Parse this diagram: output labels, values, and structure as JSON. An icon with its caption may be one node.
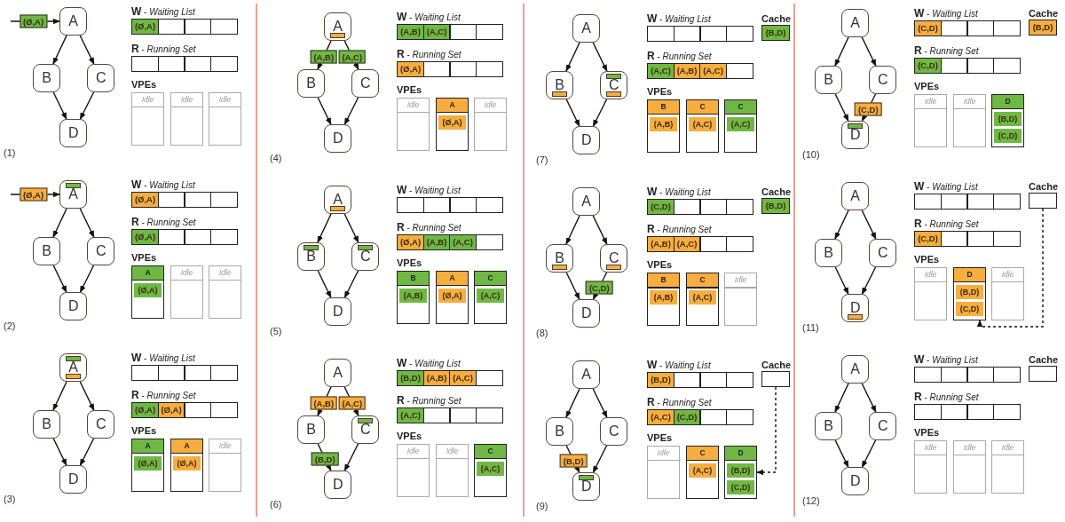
{
  "diagram": {
    "nodes": [
      {
        "text": [
          "A"
        ]
      },
      {
        "text": [
          "B"
        ]
      },
      {
        "text": [
          "C"
        ]
      },
      {
        "text": [
          "D"
        ]
      },
      {
        "text": [
          "**W** - *Waiting List*"
        ]
      },
      {
        "text": [
          "(Ø,A)"
        ],
        "in": 4
      },
      {
        "text": [],
        "shape": "box",
        "in": 4
      },
      {
        "text": [],
        "shape": "box",
        "in": 4
      },
      {
        "text": [],
        "shape": "box",
        "in": 4
      },
      {
        "text": [
          "**R** - *Running Set*"
        ]
      },
      {
        "text": [],
        "shape": "box",
        "in": 9
      },
      {
        "text": [],
        "shape": "box",
        "in": 9
      },
      {
        "text": [],
        "shape": "box",
        "in": 9
      },
      {
        "text": [],
        "shape": "box",
        "in": 9
      },
      {
        "text": [
          "Idle"
        ]
      },
      {
        "text": [
          "Idle"
        ]
      },
      {
        "text": [
          "Idle"
        ]
      },
      {
        "text": [
          "A"
        ]
      },
      {
        "text": [],
        "shape": "bar",
        "in": 17
      },
      {
        "text": [
          "B"
        ]
      },
      {
        "text": [
          "C"
        ]
      },
      {
        "text": [
          "D"
        ]
      },
      {
        "text": [
          "**W** - *Waiting List*"
        ]
      },
      {
        "text": [
          "(Ø,A)"
        ],
        "in": 22
      },
      {
        "text": [],
        "shape": "box",
        "in": 22
      },
      {
        "text": [],
        "shape": "box",
        "in": 22
      },
      {
        "text": [],
        "shape": "box",
        "in": 22
      },
      {
        "text": [
          "**R** - *Running Set*"
        ]
      },
      {
        "text": [
          "(Ø,A)"
        ],
        "in": 27
      },
      {
        "text": [],
        "shape": "box",
        "in": 27
      },
      {
        "text": [],
        "shape": "box",
        "in": 27
      },
      {
        "text": [],
        "shape": "box",
        "in": 27
      },
      {
        "text": [
          "A"
        ]
      },
      {
        "text": [
          "(Ø,A)"
        ],
        "in": 32
      },
      {
        "text": [
          "Idle"
        ]
      },
      {
        "text": [
          "Idle"
        ]
      },
      {
        "text": [
          "A"
        ]
      },
      {
        "text": [],
        "shape": "bar",
        "in": 36
      },
      {
        "text": [],
        "shape": "bar",
        "in": 36
      },
      {
        "text": [
          "B"
        ]
      },
      {
        "text": [
          "C"
        ]
      },
      {
        "text": [
          "D"
        ]
      },
      {
        "text": [
          "**W** - *Waiting List*"
        ]
      },
      {
        "text": [],
        "shape": "box",
        "in": 42
      },
      {
        "text": [],
        "shape": "box",
        "in": 42
      },
      {
        "text": [],
        "shape": "box",
        "in": 42
      },
      {
        "text": [],
        "shape": "box",
        "in": 42
      },
      {
        "text": [
          "**R** - *Running Set*"
        ]
      },
      {
        "text": [
          "(Ø,A)"
        ],
        "in": 47
      },
      {
        "text": [
          "(Ø,A)"
        ],
        "in": 47
      },
      {
        "text": [],
        "shape": "box",
        "in": 47
      },
      {
        "text": [],
        "shape": "box",
        "in": 47
      },
      {
        "text": [
          "A"
        ]
      },
      {
        "text": [
          "(Ø,A)"
        ],
        "in": 52
      },
      {
        "text": [
          "A"
        ]
      },
      {
        "text": [
          "(Ø,A)"
        ],
        "in": 54
      },
      {
        "text": [
          "Idle"
        ]
      },
      {
        "text": [
          "A"
        ]
      },
      {
        "text": [],
        "shape": "bar",
        "in": 57
      },
      {
        "text": [
          "B"
        ]
      },
      {
        "text": [
          "C"
        ]
      },
      {
        "text": [
          "D"
        ]
      },
      {
        "text": [
          "**W** - *Waiting List*"
        ]
      },
      {
        "text": [
          "(A,B)"
        ],
        "in": 62
      },
      {
        "text": [
          "(A,C)"
        ],
        "in": 62
      },
      {
        "text": [],
        "shape": "box",
        "in": 62
      },
      {
        "text": [],
        "shape": "box",
        "in": 62
      },
      {
        "text": [
          "**R** - *Running Set*"
        ]
      },
      {
        "text": [
          "(Ø,A)"
        ],
        "in": 67
      },
      {
        "text": [],
        "shape": "box",
        "in": 67
      },
      {
        "text": [],
        "shape": "box",
        "in": 67
      },
      {
        "text": [],
        "shape": "box",
        "in": 67
      },
      {
        "text": [
          "Idle"
        ]
      },
      {
        "text": [
          "A"
        ]
      },
      {
        "text": [
          "(Ø,A)"
        ],
        "in": 73
      },
      {
        "text": [
          "Idle"
        ]
      },
      {
        "text": [
          "A"
        ]
      },
      {
        "text": [],
        "shape": "bar",
        "in": 76
      },
      {
        "text": [
          "B"
        ]
      },
      {
        "text": [],
        "shape": "bar",
        "in": 78
      },
      {
        "text": [
          "C"
        ]
      },
      {
        "text": [],
        "shape": "bar",
        "in": 80
      },
      {
        "text": [
          "D"
        ]
      },
      {
        "text": [
          "**W** - *Waiting List*"
        ]
      },
      {
        "text": [],
        "shape": "box",
        "in": 83
      },
      {
        "text": [],
        "shape": "box",
        "in": 83
      },
      {
        "text": [],
        "shape": "box",
        "in": 83
      },
      {
        "text": [],
        "shape": "box",
        "in": 83
      },
      {
        "text": [
          "**R** - *Running Set*"
        ]
      },
      {
        "text": [
          "(Ø,A)"
        ],
        "in": 88
      },
      {
        "text": [
          "(A,B)"
        ],
        "in": 88
      },
      {
        "text": [
          "(A,C)"
        ],
        "in": 88
      },
      {
        "text": [],
        "shape": "box",
        "in": 88
      },
      {
        "text": [
          "B"
        ]
      },
      {
        "text": [
          "(A,B)"
        ],
        "in": 93
      },
      {
        "text": [
          "A"
        ]
      },
      {
        "text": [
          "(Ø,A)"
        ],
        "in": 95
      },
      {
        "text": [
          "C"
        ]
      },
      {
        "text": [
          "(A,C)"
        ],
        "in": 97
      },
      {
        "text": [
          "A"
        ]
      },
      {
        "text": [
          "B"
        ]
      },
      {
        "text": [
          "C"
        ]
      },
      {
        "text": [],
        "shape": "bar",
        "in": 101
      },
      {
        "text": [
          "D"
        ]
      },
      {
        "text": [
          "**W** - *Waiting List*"
        ]
      },
      {
        "text": [
          "(B,D)"
        ],
        "in": 104
      },
      {
        "text": [
          "(A,B)"
        ],
        "in": 104
      },
      {
        "text": [
          "(A,C)"
        ],
        "in": 104
      },
      {
        "text": [],
        "shape": "box",
        "in": 104
      },
      {
        "text": [
          "**R** - *Running Set*"
        ]
      },
      {
        "text": [
          "(A,C)"
        ],
        "in": 109
      },
      {
        "text": [],
        "shape": "box",
        "in": 109
      },
      {
        "text": [],
        "shape": "box",
        "in": 109
      },
      {
        "text": [],
        "shape": "box",
        "in": 109
      },
      {
        "text": [
          "Idle"
        ]
      },
      {
        "text": [
          "Idle"
        ]
      },
      {
        "text": [
          "C"
        ]
      },
      {
        "text": [
          "(A,C)"
        ],
        "in": 116
      },
      {
        "text": [
          "A"
        ]
      },
      {
        "text": [
          "B"
        ]
      },
      {
        "text": [],
        "shape": "bar",
        "in": 119
      },
      {
        "text": [
          "C"
        ]
      },
      {
        "text": [],
        "shape": "bar",
        "in": 121
      },
      {
        "text": [],
        "shape": "bar",
        "in": 121
      },
      {
        "text": [
          "D"
        ]
      },
      {
        "text": [
          "**W** - *Waiting List*"
        ]
      },
      {
        "text": [],
        "shape": "box",
        "in": 125
      },
      {
        "text": [],
        "shape": "box",
        "in": 125
      },
      {
        "text": [],
        "shape": "box",
        "in": 125
      },
      {
        "text": [],
        "shape": "box",
        "in": 125
      },
      {
        "text": [
          "**R** - *Running Set*"
        ]
      },
      {
        "text": [
          "(A,C)"
        ],
        "in": 130
      },
      {
        "text": [
          "(A,B)"
        ],
        "in": 130
      },
      {
        "text": [
          "(A,C)"
        ],
        "in": 130
      },
      {
        "text": [],
        "shape": "box",
        "in": 130
      },
      {
        "text": [
          "Cache",
          "(B,D)"
        ]
      },
      {
        "text": [
          "B"
        ]
      },
      {
        "text": [
          "(A,B)"
        ],
        "in": 136
      },
      {
        "text": [
          "C"
        ]
      },
      {
        "text": [
          "(A,C)"
        ],
        "in": 138
      },
      {
        "text": [
          "C"
        ]
      },
      {
        "text": [
          "(A,C)"
        ],
        "in": 140
      },
      {
        "text": [
          "A"
        ]
      },
      {
        "text": [
          "B"
        ]
      },
      {
        "text": [],
        "shape": "bar",
        "in": 143
      },
      {
        "text": [
          "C"
        ]
      },
      {
        "text": [],
        "shape": "bar",
        "in": 145
      },
      {
        "text": [
          "D"
        ]
      },
      {
        "text": [
          "**W** - *Waiting List*"
        ]
      },
      {
        "text": [
          "(C,D)"
        ],
        "in": 148
      },
      {
        "text": [],
        "shape": "box",
        "in": 148
      },
      {
        "text": [],
        "shape": "box",
        "in": 148
      },
      {
        "text": [],
        "shape": "box",
        "in": 148
      },
      {
        "text": [
          "**R** - *Running Set*"
        ]
      },
      {
        "text": [
          "(A,B)"
        ],
        "in": 153
      },
      {
        "text": [
          "(A,C)"
        ],
        "in": 153
      },
      {
        "text": [],
        "shape": "box",
        "in": 153
      },
      {
        "text": [],
        "shape": "box",
        "in": 153
      },
      {
        "text": [
          "Cache",
          "(B,D)"
        ]
      },
      {
        "text": [
          "B"
        ]
      },
      {
        "text": [
          "(A,B)"
        ],
        "in": 159
      },
      {
        "text": [
          "C"
        ]
      },
      {
        "text": [
          "(A,C)"
        ],
        "in": 161
      },
      {
        "text": [
          "Idle"
        ]
      },
      {
        "text": [
          "A"
        ]
      },
      {
        "text": [
          "B"
        ]
      },
      {
        "text": [
          "C"
        ]
      },
      {
        "text": [
          "D"
        ]
      },
      {
        "text": [],
        "shape": "bar",
        "in": 167
      },
      {
        "text": [
          "**W** - *Waiting List*"
        ]
      },
      {
        "text": [
          "(B,D)"
        ],
        "in": 169
      },
      {
        "text": [],
        "shape": "box",
        "in": 169
      },
      {
        "text": [],
        "shape": "box",
        "in": 169
      },
      {
        "text": [],
        "shape": "box",
        "in": 169
      },
      {
        "text": [
          "**R** - *Running Set*"
        ]
      },
      {
        "text": [
          "(A,C)"
        ],
        "in": 174
      },
      {
        "text": [
          "(C,D)"
        ],
        "in": 174
      },
      {
        "text": [],
        "shape": "box",
        "in": 174
      },
      {
        "text": [],
        "shape": "box",
        "in": 174
      },
      {
        "text": [
          "Cache"
        ]
      },
      {
        "text": [
          "Idle"
        ]
      },
      {
        "text": [
          "C"
        ]
      },
      {
        "text": [
          "(A,C)"
        ],
        "in": 181
      },
      {
        "text": [
          "D"
        ]
      },
      {
        "text": [
          "(B,D)"
        ],
        "in": 183
      },
      {
        "text": [
          "(C,D)"
        ],
        "in": 183
      },
      {
        "text": [
          "A"
        ]
      },
      {
        "text": [
          "B"
        ]
      },
      {
        "text": [
          "C"
        ]
      },
      {
        "text": [
          "D"
        ]
      },
      {
        "text": [],
        "shape": "bar",
        "in": 189
      },
      {
        "text": [
          "**W** - *Waiting List*"
        ]
      },
      {
        "text": [
          "(C,D)"
        ],
        "in": 191
      },
      {
        "text": [],
        "shape": "box",
        "in": 191
      },
      {
        "text": [],
        "shape": "box",
        "in": 191
      },
      {
        "text": [],
        "shape": "box",
        "in": 191
      },
      {
        "text": [
          "**R** - *Running Set*"
        ]
      },
      {
        "text": [
          "(C,D)"
        ],
        "in": 196
      },
      {
        "text": [],
        "shape": "box",
        "in": 196
      },
      {
        "text": [],
        "shape": "box",
        "in": 196
      },
      {
        "text": [],
        "shape": "box",
        "in": 196
      },
      {
        "text": [
          "Cache",
          "(B,D)"
        ]
      },
      {
        "text": [
          "Idle"
        ]
      },
      {
        "text": [
          "Idle"
        ]
      },
      {
        "text": [
          "D"
        ]
      },
      {
        "text": [
          "(B,D)"
        ],
        "in": 204
      },
      {
        "text": [
          "(C,D)"
        ],
        "in": 204
      },
      {
        "text": [
          "A"
        ]
      },
      {
        "text": [
          "B"
        ]
      },
      {
        "text": [
          "C"
        ]
      },
      {
        "text": [
          "D"
        ]
      },
      {
        "text": [],
        "shape": "bar",
        "in": 210
      },
      {
        "text": [
          "**W** - *Waiting List*"
        ]
      },
      {
        "text": [],
        "shape": "box",
        "in": 212
      },
      {
        "text": [],
        "shape": "box",
        "in": 212
      },
      {
        "text": [],
        "shape": "box",
        "in": 212
      },
      {
        "text": [],
        "shape": "box",
        "in": 212
      },
      {
        "text": [
          "**R** - *Running Set*"
        ]
      },
      {
        "text": [
          "(C,D)"
        ],
        "in": 217
      },
      {
        "text": [],
        "shape": "box",
        "in": 217
      },
      {
        "text": [],
        "shape": "box",
        "in": 217
      },
      {
        "text": [],
        "shape": "box",
        "in": 217
      },
      {
        "text": [
          "Cache"
        ]
      },
      {
        "text": [
          "Idle"
        ]
      },
      {
        "text": [
          "D"
        ]
      },
      {
        "text": [
          "(B,D)"
        ],
        "in": 224
      },
      {
        "text": [
          "(C,D)"
        ],
        "in": 224
      },
      {
        "text": [
          "Idle"
        ]
      },
      {
        "text": [
          "A"
        ]
      },
      {
        "text": [
          "B"
        ]
      },
      {
        "text": [
          "C"
        ]
      },
      {
        "text": [
          "D"
        ]
      },
      {
        "text": [
          "**W** - *Waiting List*"
        ]
      },
      {
        "text": [],
        "shape": "box",
        "in": 232
      },
      {
        "text": [],
        "shape": "box",
        "in": 232
      },
      {
        "text": [],
        "shape": "box",
        "in": 232
      },
      {
        "text": [],
        "shape": "box",
        "in": 232
      },
      {
        "text": [
          "**R** - *Running Set*"
        ]
      },
      {
        "text": [],
        "shape": "box",
        "in": 237
      },
      {
        "text": [],
        "shape": "box",
        "in": 237
      },
      {
        "text": [],
        "shape": "box",
        "in": 237
      },
      {
        "text": [],
        "shape": "box",
        "in": 237
      },
      {
        "text": [
          "Cache"
        ]
      },
      {
        "text": [
          "Idle"
        ]
      },
      {
        "text": [
          "Idle"
        ]
      },
      {
        "text": [
          "Idle"
        ]
      }
    ],
    "edges": [
      {
        "from": null,
        "to": 0,
        "arrow": "to",
        "label": "(Ø,A)"
      },
      {
        "from": 0,
        "to": 1,
        "arrow": "to"
      },
      {
        "from": 0,
        "to": 2,
        "arrow": "to"
      },
      {
        "from": 1,
        "to": 3,
        "arrow": "to"
      },
      {
        "from": 2,
        "to": 3,
        "arrow": "to"
      },
      {
        "from": null,
        "to": 17,
        "arrow": "to",
        "label": "(Ø,A)"
      },
      {
        "from": 17,
        "to": 19,
        "arrow": "to"
      },
      {
        "from": 17,
        "to": 20,
        "arrow": "to"
      },
      {
        "from": 19,
        "to": 21,
        "arrow": "to"
      },
      {
        "from": 20,
        "to": 21,
        "arrow": "to"
      },
      {
        "from": 36,
        "to": 39,
        "arrow": "to"
      },
      {
        "from": 36,
        "to": 40,
        "arrow": "to"
      },
      {
        "from": 39,
        "to": 41,
        "arrow": "to"
      },
      {
        "from": 40,
        "to": 41,
        "arrow": "to"
      },
      {
        "from": 57,
        "to": 59,
        "arrow": "to",
        "label": "(A,B)"
      },
      {
        "from": 57,
        "to": 60,
        "arrow": "to",
        "label": "(A,C)"
      },
      {
        "from": 59,
        "to": 61,
        "arrow": "to"
      },
      {
        "from": 60,
        "to": 61,
        "arrow": "to"
      },
      {
        "from": 76,
        "to": 78,
        "arrow": "to"
      },
      {
        "from": 76,
        "to": 80,
        "arrow": "to"
      },
      {
        "from": 78,
        "to": 82,
        "arrow": "to"
      },
      {
        "from": 80,
        "to": 82,
        "arrow": "to"
      },
      {
        "from": 99,
        "to": 100,
        "arrow": "to",
        "label": "(A,B)"
      },
      {
        "from": 99,
        "to": 101,
        "arrow": "to",
        "label": "(A,C)"
      },
      {
        "from": 100,
        "to": 103,
        "arrow": "to",
        "label": "(B,D)"
      },
      {
        "from": 101,
        "to": 103,
        "arrow": "to"
      },
      {
        "from": 118,
        "to": 119,
        "arrow": "to"
      },
      {
        "from": 118,
        "to": 121,
        "arrow": "to"
      },
      {
        "from": 119,
        "to": 124,
        "arrow": "to"
      },
      {
        "from": 121,
        "to": 124,
        "arrow": "to"
      },
      {
        "from": 142,
        "to": 143,
        "arrow": "to"
      },
      {
        "from": 142,
        "to": 145,
        "arrow": "to"
      },
      {
        "from": 143,
        "to": 147,
        "arrow": "to"
      },
      {
        "from": 145,
        "to": 147,
        "arrow": "to",
        "label": "(C,D)"
      },
      {
        "from": 164,
        "to": 165,
        "arrow": "to"
      },
      {
        "from": 164,
        "to": 166,
        "arrow": "to"
      },
      {
        "from": 165,
        "to": 167,
        "arrow": "to",
        "label": "(B,D)"
      },
      {
        "from": 166,
        "to": 167,
        "arrow": "to"
      },
      {
        "from": 179,
        "to": 183,
        "arrow": "to",
        "style": "dashed"
      },
      {
        "from": 186,
        "to": 187,
        "arrow": "to"
      },
      {
        "from": 186,
        "to": 188,
        "arrow": "to"
      },
      {
        "from": 187,
        "to": 189,
        "arrow": "to"
      },
      {
        "from": 188,
        "to": 189,
        "arrow": "to",
        "label": "(C,D)"
      },
      {
        "from": 207,
        "to": 208,
        "arrow": "to"
      },
      {
        "from": 207,
        "to": 209,
        "arrow": "to"
      },
      {
        "from": 208,
        "to": 210,
        "arrow": "to"
      },
      {
        "from": 209,
        "to": 210,
        "arrow": "to"
      },
      {
        "from": 222,
        "to": 224,
        "arrow": "to",
        "style": "dashed"
      },
      {
        "from": 228,
        "to": 229,
        "arrow": "to"
      },
      {
        "from": 228,
        "to": 230,
        "arrow": "to"
      },
      {
        "from": 229,
        "to": 231,
        "arrow": "to"
      },
      {
        "from": 230,
        "to": 231,
        "arrow": "to"
      }
    ],
    "labels": [
      "VPEs",
      "(1)",
      "VPEs",
      "(2)",
      "VPEs",
      "(3)",
      "VPEs",
      "(4)",
      "VPEs",
      "(5)",
      "VPEs",
      "(6)",
      "VPEs",
      "(7)",
      "VPEs",
      "(8)",
      "VPEs",
      "(9)",
      "VPEs",
      "(10)",
      "VPEs",
      "(11)",
      "VPEs",
      "(12)"
    ]
  }
}
